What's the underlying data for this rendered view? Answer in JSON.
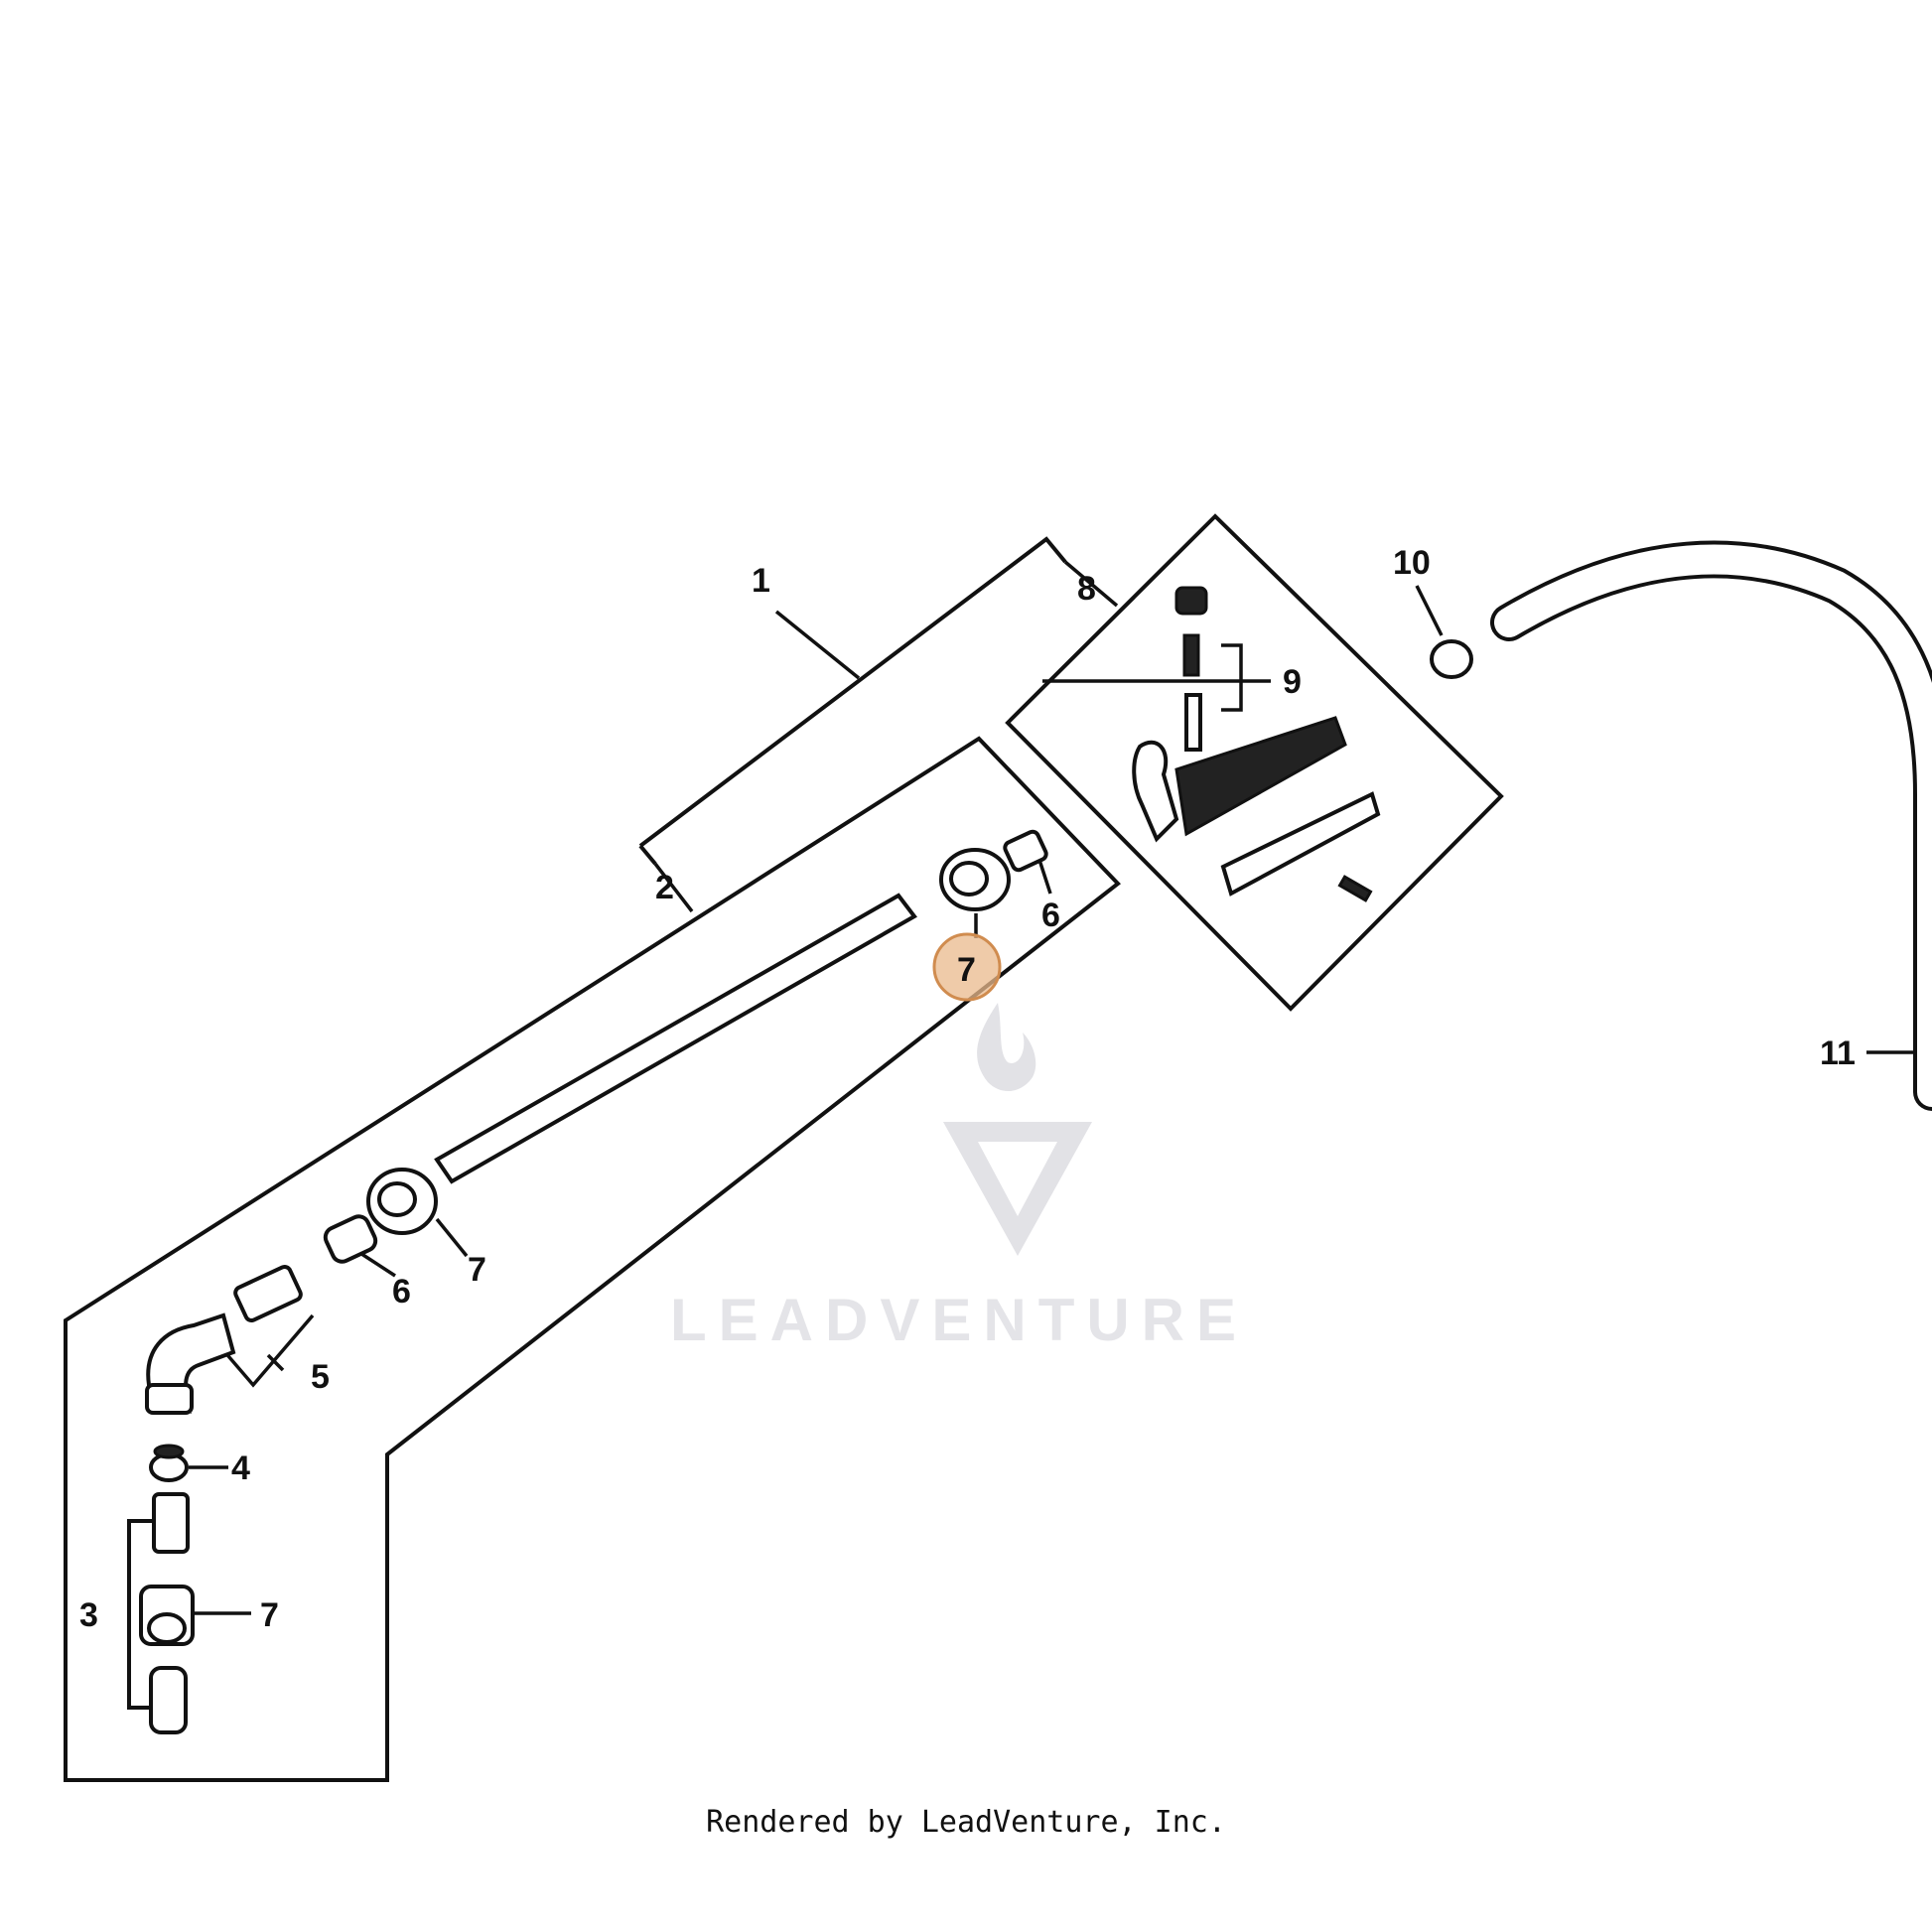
{
  "diagram": {
    "callouts": [
      {
        "id": "c1",
        "label": "1"
      },
      {
        "id": "c2",
        "label": "2"
      },
      {
        "id": "c3",
        "label": "3"
      },
      {
        "id": "c4",
        "label": "4"
      },
      {
        "id": "c5",
        "label": "5"
      },
      {
        "id": "c6a",
        "label": "6"
      },
      {
        "id": "c6b",
        "label": "6"
      },
      {
        "id": "c7a",
        "label": "7"
      },
      {
        "id": "c7b",
        "label": "7"
      },
      {
        "id": "c7c",
        "label": "7"
      },
      {
        "id": "c8",
        "label": "8"
      },
      {
        "id": "c9",
        "label": "9"
      },
      {
        "id": "c10",
        "label": "10"
      },
      {
        "id": "c11",
        "label": "11"
      }
    ],
    "highlighted_callout": "7",
    "highlight_color": "#e9b98c"
  },
  "watermark": {
    "text": "LEADVENTURE"
  },
  "footer": {
    "text": "Rendered by LeadVenture, Inc."
  }
}
